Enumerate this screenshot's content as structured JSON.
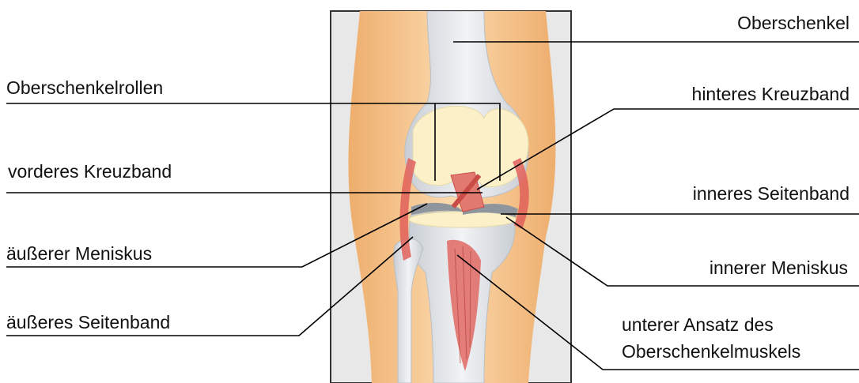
{
  "labels": {
    "oberschenkel": "Oberschenkel",
    "oberschenkelrollen": "Oberschenkelrollen",
    "hinteres_kreuzband": "hinteres Kreuzband",
    "vorderes_kreuzband": "vorderes Kreuzband",
    "inneres_seitenband": "inneres Seitenband",
    "aeusserer_meniskus": "äußerer Meniskus",
    "innerer_meniskus": "innerer Meniskus",
    "aeusseres_seitenband": "äußeres Seitenband",
    "unterer_ansatz_line1": "unterer Ansatz des",
    "unterer_ansatz_line2": "Oberschenkelmuskels"
  },
  "colors": {
    "skin": "#f6c48a",
    "skin_shadow": "#eeae6d",
    "bone": "#e6e9ec",
    "bone_shadow": "#c9ced4",
    "cartilage": "#fbf0c8",
    "ligament": "#e0605a",
    "meniscus": "#8e959c",
    "panel_bg": "#e8e8e8",
    "leader_line": "#000000"
  }
}
